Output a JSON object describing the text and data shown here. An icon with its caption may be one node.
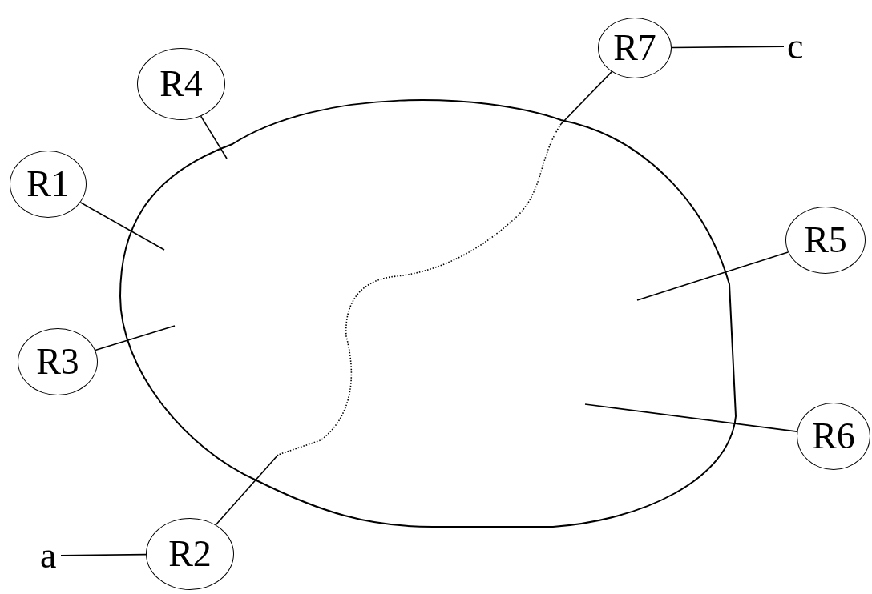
{
  "diagram": {
    "nodes": [
      {
        "text": [
          "R7"
        ]
      },
      {
        "text": [
          "c"
        ]
      },
      {
        "text": [
          "R4"
        ]
      },
      {
        "text": [
          "R1"
        ]
      },
      {
        "text": [
          "R5"
        ]
      },
      {
        "text": [
          "R3"
        ]
      },
      {
        "text": [
          "R6"
        ]
      },
      {
        "text": [
          "a"
        ]
      },
      {
        "text": [
          "R2"
        ]
      },
      {
        "text": [],
        "shape": "cloud"
      }
    ],
    "edges": [
      {
        "from": 0,
        "to": 1,
        "arrow": "none"
      },
      {
        "from": 2,
        "to": 9,
        "arrow": "none"
      },
      {
        "from": 3,
        "to": 9,
        "arrow": "none"
      },
      {
        "from": 4,
        "to": 9,
        "arrow": "none"
      },
      {
        "from": 5,
        "to": 9,
        "arrow": "none"
      },
      {
        "from": 6,
        "to": 9,
        "arrow": "none"
      },
      {
        "from": 0,
        "to": 9,
        "arrow": "none"
      },
      {
        "from": 7,
        "to": 8,
        "arrow": "none"
      },
      {
        "from": 8,
        "to": 9,
        "arrow": "none"
      }
    ]
  }
}
